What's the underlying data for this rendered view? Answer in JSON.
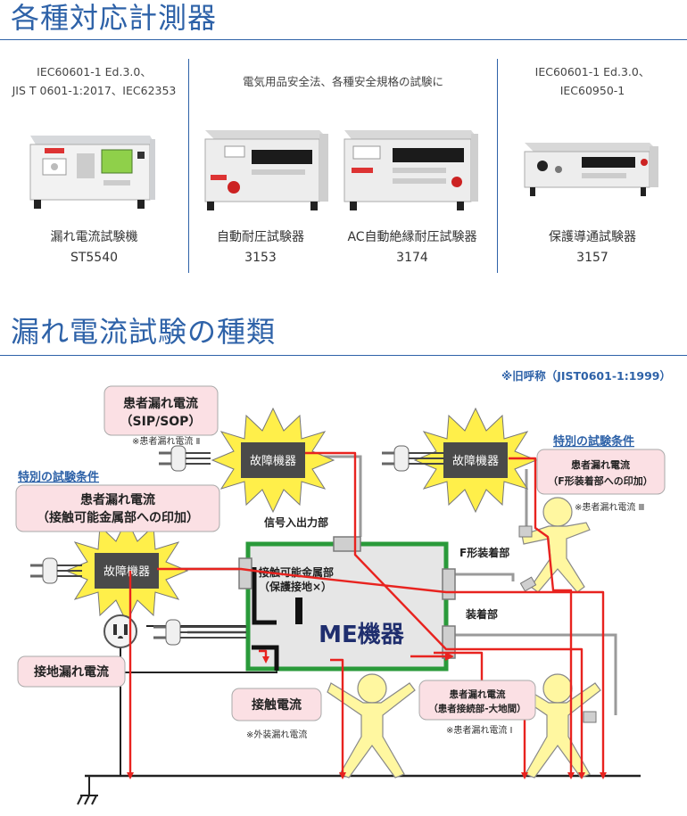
{
  "section1": {
    "title": "各種対応計測器",
    "columns": [
      {
        "standard": [
          "IEC60601-1 Ed.3.0、",
          "JIS T 0601-1:2017、IEC62353"
        ],
        "products": [
          {
            "name": "漏れ電流試験機",
            "model": "ST5540"
          }
        ]
      },
      {
        "standard": [
          "電気用品安全法、各種安全規格の試験に"
        ],
        "products": [
          {
            "name": "自動耐圧試験器",
            "model": "3153"
          },
          {
            "name": "AC自動絶縁耐圧試験器",
            "model": "3174"
          }
        ]
      },
      {
        "standard": [
          "IEC60601-1 Ed.3.0、",
          "IEC60950-1"
        ],
        "products": [
          {
            "name": "保護導通試験器",
            "model": "3157"
          }
        ]
      }
    ]
  },
  "section2": {
    "title": "漏れ電流試験の種類",
    "note": "※旧呼称（JIST0601-1:1999）",
    "fault_device": "故障機器",
    "me_device": "ME機器",
    "special_condition": "特別の試験条件",
    "boxes": {
      "patient_sip": [
        "患者漏れ電流",
        "（SIP/SOP）"
      ],
      "patient_metal": [
        "患者漏れ電流",
        "（接触可能金属部への印加）"
      ],
      "patient_f": [
        "患者漏れ電流",
        "（F形装着部への印加）"
      ],
      "earth": "接地漏れ電流",
      "touch": "接触電流",
      "patient_connection": [
        "患者漏れ電流",
        "（患者接続部-大地間）"
      ]
    },
    "old_names": {
      "patient2": "※患者漏れ電流 Ⅱ",
      "patient3": "※患者漏れ電流 Ⅲ",
      "external": "※外装漏れ電流",
      "patient1": "※患者漏れ電流 Ⅰ"
    },
    "ports": {
      "signal": "信号入出力部",
      "f_type": "F形装着部",
      "applied": "装着部",
      "metal": [
        "接触可能金属部",
        "（保護接地×）"
      ]
    }
  }
}
